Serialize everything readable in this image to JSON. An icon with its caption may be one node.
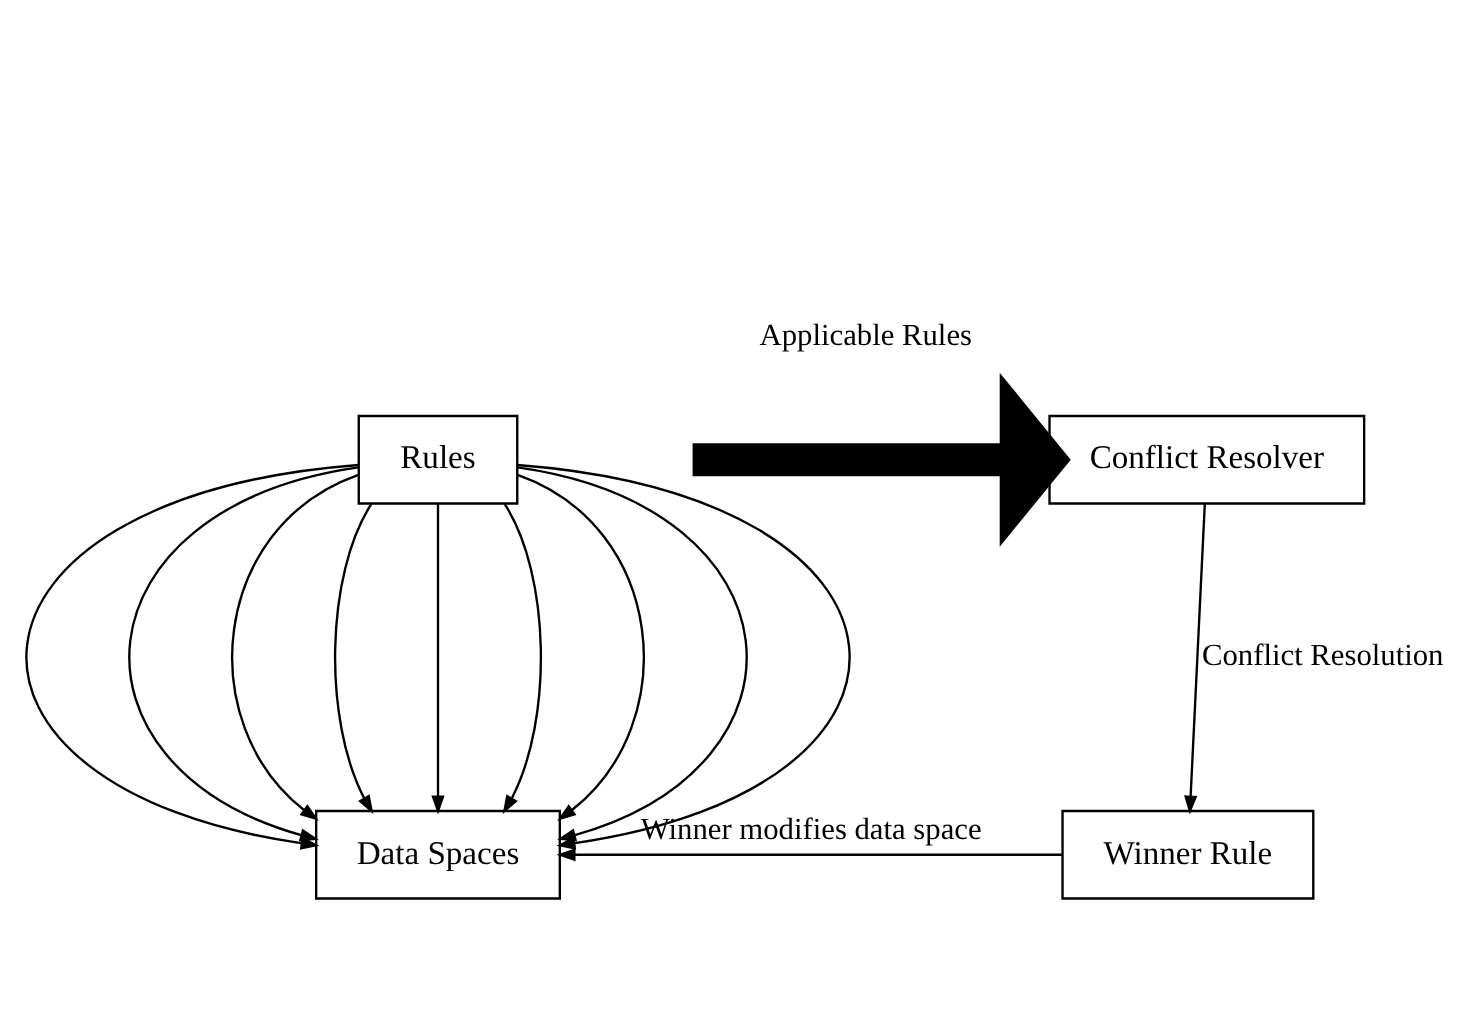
{
  "diagram": {
    "nodes": [
      {
        "text": [
          "Rules"
        ]
      },
      {
        "text": [
          "Conflict Resolver"
        ]
      },
      {
        "text": [
          "Data Spaces"
        ]
      },
      {
        "text": [
          "Winner Rule"
        ]
      }
    ],
    "edges": [
      {
        "from": 0,
        "to": 2,
        "arrow": "to"
      },
      {
        "from": 0,
        "to": 2,
        "arrow": "to"
      },
      {
        "from": 0,
        "to": 2,
        "arrow": "to"
      },
      {
        "from": 0,
        "to": 2,
        "arrow": "to"
      },
      {
        "from": 0,
        "to": 2,
        "arrow": "to"
      },
      {
        "from": 0,
        "to": 2,
        "arrow": "to"
      },
      {
        "from": 0,
        "to": 2,
        "arrow": "to"
      },
      {
        "from": 0,
        "to": 2,
        "arrow": "to"
      },
      {
        "from": 0,
        "to": 2,
        "arrow": "to"
      },
      {
        "from": null,
        "to": 1,
        "arrow": "to",
        "label": "Applicable Rules",
        "style": "thick"
      },
      {
        "from": 1,
        "to": 3,
        "arrow": "to",
        "label": "Conflict Resolution"
      },
      {
        "from": 3,
        "to": 2,
        "arrow": "to",
        "label": "Winner modifies data space"
      }
    ]
  }
}
